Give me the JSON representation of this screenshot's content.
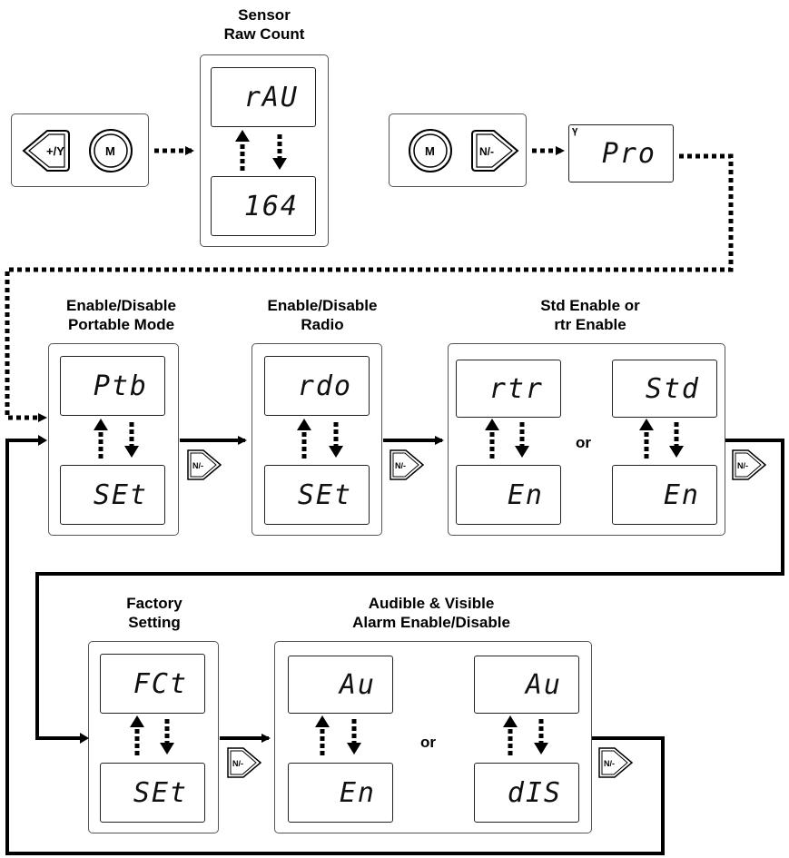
{
  "titles": {
    "sensor": [
      "Sensor",
      "Raw Count"
    ],
    "portable": [
      "Enable/Disable",
      "Portable Mode"
    ],
    "radio": [
      "Enable/Disable",
      "Radio"
    ],
    "stdrtr": [
      "Std Enable or",
      "rtr Enable"
    ],
    "factory": [
      "Factory",
      "Setting"
    ],
    "alarm": [
      "Audible & Visible",
      "Alarm Enable/Disable"
    ]
  },
  "buttons": {
    "plus_y": "+/Y",
    "menu": "M",
    "next": "N/-"
  },
  "displays": {
    "raw_top": "rAU",
    "raw_bottom": "164",
    "pro": "Pro",
    "ptb": "Ptb",
    "ptb_set": "SEt",
    "rdo": "rdo",
    "rdo_set": "SEt",
    "rtr": "rtr",
    "rtr_en": "En",
    "std": "Std",
    "std_en": "En",
    "fct": "FCt",
    "fct_set": "SEt",
    "au1": "Au",
    "au1_en": "En",
    "au2": "Au",
    "au2_dis": "dIS"
  },
  "or_label": "or"
}
